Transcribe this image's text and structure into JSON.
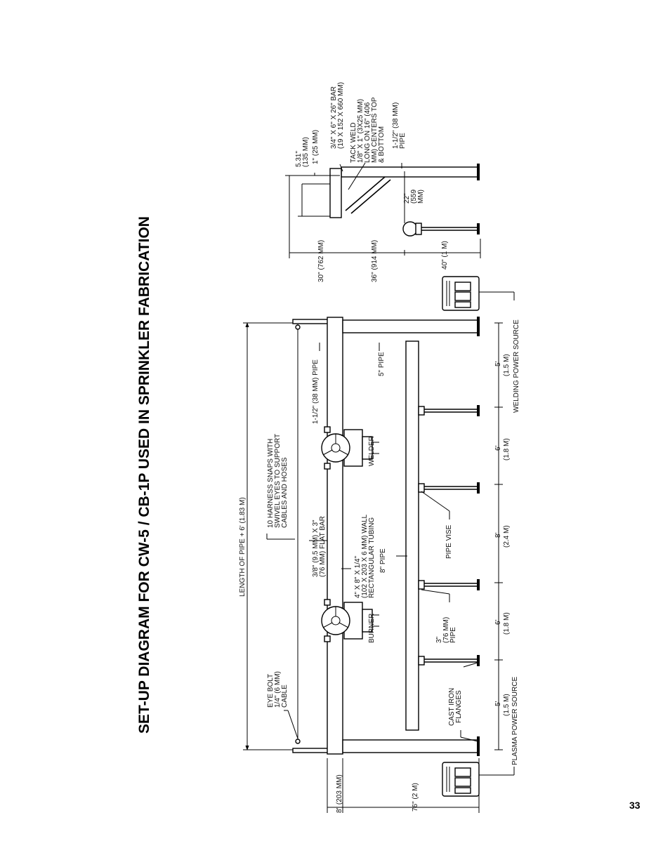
{
  "page": {
    "title": "SET-UP DIAGRAM FOR CW-5 / CB-1P USED IN SPRINKLER FABRICATION",
    "page_number": "33"
  },
  "main_labels": {
    "length": "LENGTH OF PIPE + 6' (1.83 M)",
    "harness": [
      "10 HARNESS SNAPS WITH",
      "SWIVEL EYES TO SUPPORT",
      "CABLES AND HOSES"
    ],
    "eye_bolt": [
      "EYE BOLT",
      "1/4\" (6 MM)",
      "CABLE"
    ],
    "flat_bar": [
      "3/8\" (9.5 MM) X 3\"",
      "(76 MM) FLAT BAR"
    ],
    "pipe_38": "1-1/2\" (38 MM) PIPE",
    "tubing": [
      "4\" X 8\" X 1/4\"",
      "(102 X 203 X 6 MM) WALL",
      "RECTANGULAR TUBING"
    ],
    "pipe_8": "8\" PIPE",
    "pipe_5": "5\" PIPE",
    "welder": "WELDER",
    "burner": "BURNER",
    "pipe_vise": "PIPE VISE",
    "pipe_3": [
      "3\"",
      "(76 MM)",
      "PIPE"
    ],
    "flanges": [
      "CAST IRON",
      "FLANGES"
    ],
    "dim_203": "8\" (203 MM)",
    "dim_76": "76\" (2 M)",
    "plasma": "PLASMA POWER SOURCE",
    "welding": "WELDING POWER SOURCE",
    "span_1": [
      "5'",
      "(1.5 M)"
    ],
    "span_2": [
      "6'",
      "(1.8 M)"
    ],
    "span_3": [
      "8'",
      "(2.4 M)"
    ],
    "span_4": [
      "6'",
      "(1.8 M)"
    ],
    "span_5": [
      "5'",
      "(1.5 M)"
    ]
  },
  "side_labels": {
    "d531": [
      "5.31\"",
      "(135 MM)"
    ],
    "d1": "1\" (25 MM)",
    "bar": [
      "3/4\" X 6\" X 26\" BAR",
      "(19 X 152 X 660 MM)"
    ],
    "tack": [
      "TACK WELD",
      "1/8\" X 1\" (3X25 MM)",
      "LONG ON 16\" (406",
      "MM) CENTERS TOP",
      "& BOTTOM"
    ],
    "pipe_38": [
      "1-1/2\" (38 MM)",
      "PIPE"
    ],
    "d22": [
      "22\"",
      "(559",
      "MM)"
    ],
    "d30": "30\" (762 MM)",
    "d36": "36\" (914 MM)",
    "d40": "40\" (1 M)"
  }
}
